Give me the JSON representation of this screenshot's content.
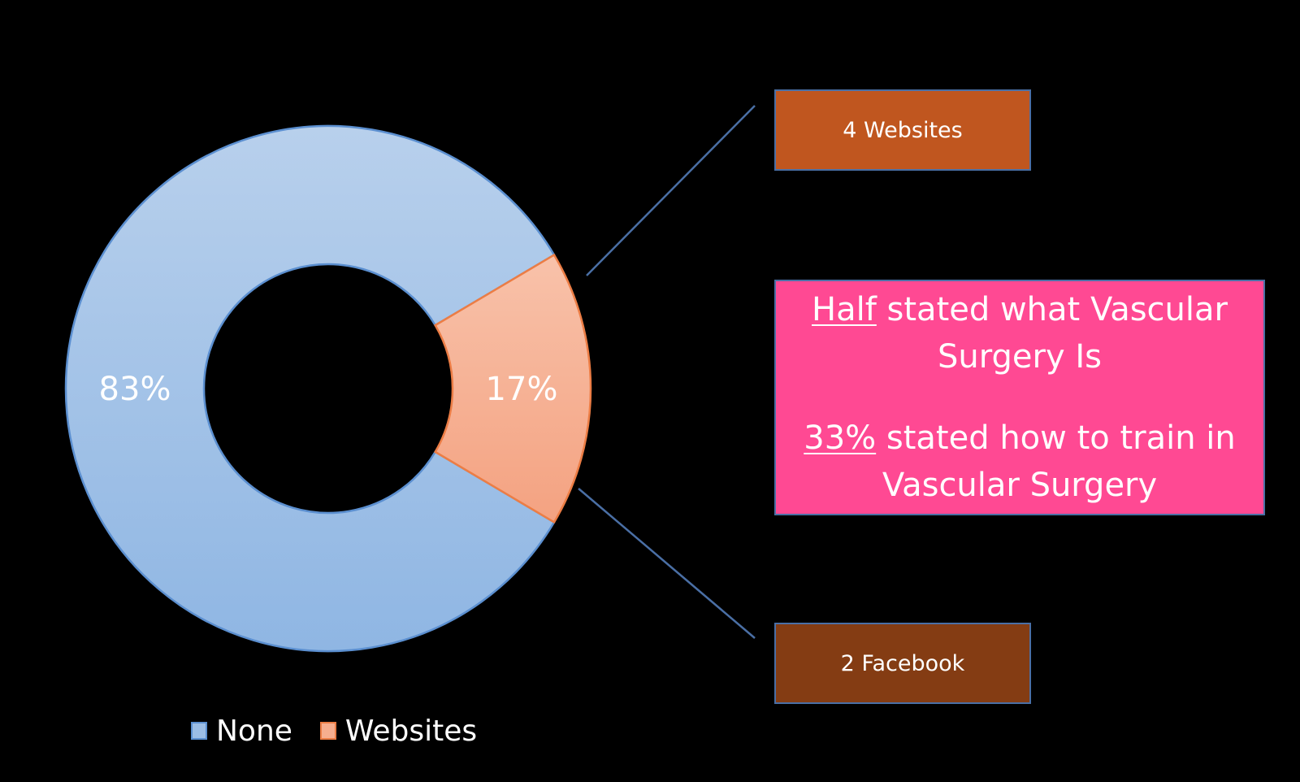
{
  "chart_data": {
    "type": "pie",
    "categories": [
      "None",
      "Websites"
    ],
    "values": [
      83,
      17
    ],
    "labels": [
      "83%",
      "17%"
    ],
    "colors": [
      "#9bbde5",
      "#f6ae8f"
    ],
    "legend": "bottom"
  },
  "callouts": {
    "websites": "4 Websites",
    "facebook": "2 Facebook",
    "info": {
      "line1_emph": "Half",
      "line1_rest": " stated what Vascular",
      "line2": "Surgery Is",
      "line3_emph": "33%",
      "line3_rest": " stated how to train in",
      "line4": "Vascular Surgery"
    }
  },
  "colors": {
    "background": "#000000",
    "websites_box": "#c0561f",
    "facebook_box": "#843c13",
    "info_box": "#ff4993",
    "connector": "#4a6fa5"
  }
}
